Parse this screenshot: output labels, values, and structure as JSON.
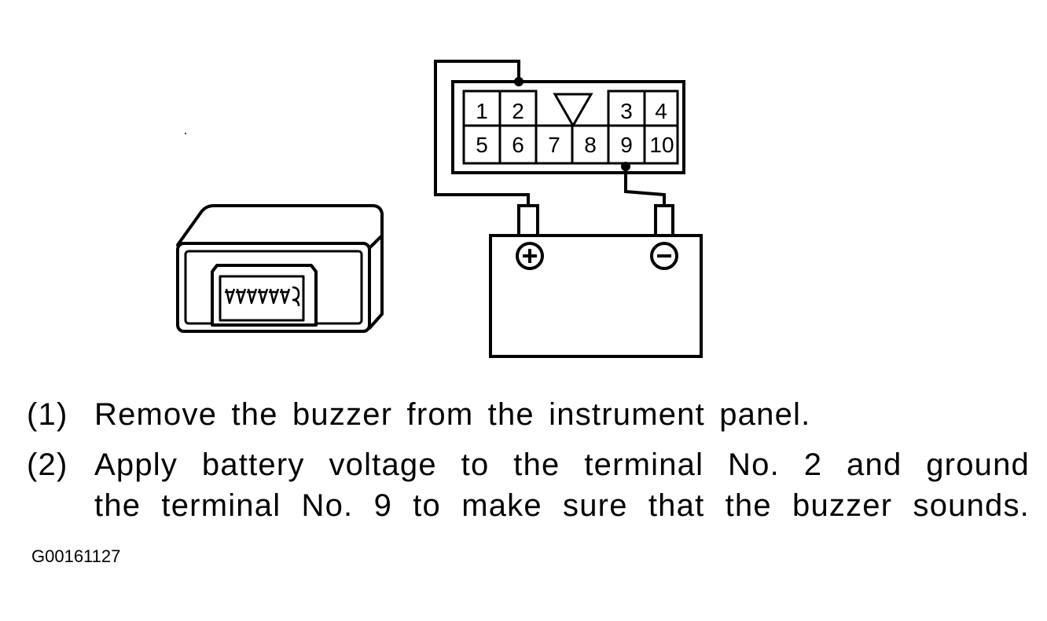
{
  "connector": {
    "pins_top_row": [
      "1",
      "2",
      "3",
      "4"
    ],
    "pins_bottom_row": [
      "5",
      "6",
      "7",
      "8",
      "9",
      "10"
    ]
  },
  "battery": {
    "positive_symbol": "+",
    "negative_symbol": "−"
  },
  "steps": [
    {
      "number": "(1)",
      "lines": [
        "Remove the buzzer from the instrument panel."
      ]
    },
    {
      "number": "(2)",
      "lines": [
        "Apply battery voltage to the terminal No. 2 and ground",
        "the terminal No. 9 to make sure that the buzzer sounds."
      ]
    }
  ],
  "figure_code": "G00161127"
}
